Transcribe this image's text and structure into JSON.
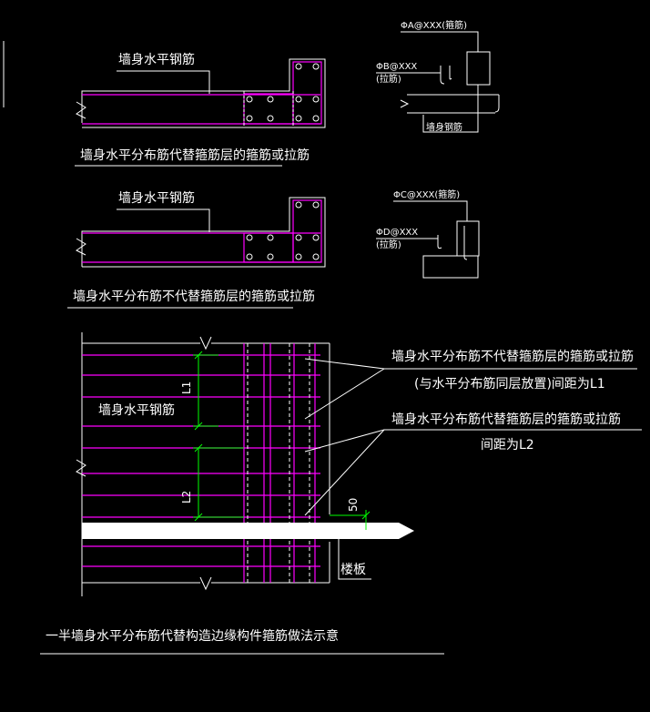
{
  "colors": {
    "background": "#000000",
    "rebar": "#ff00ff",
    "line": "#ffffff",
    "dimension": "#00ff00",
    "stirrup_dot": "#ffffff"
  },
  "detail_1": {
    "bar_label": "墙身水平钢筋",
    "caption": "墙身水平分布筋代替箍筋层的箍筋或拉筋",
    "legend_stirrup": "ΦA@XXX(箍筋)",
    "legend_tie": "ΦB@XXX",
    "legend_tie_type": "(拉筋)",
    "legend_bar": "墙身钢筋"
  },
  "detail_2": {
    "bar_label": "墙身水平钢筋",
    "caption": "墙身水平分布筋不代替箍筋层的箍筋或拉筋",
    "legend_stirrup": "ΦC@XXX(箍筋)",
    "legend_tie": "ΦD@XXX",
    "legend_tie_type": "(拉筋)"
  },
  "elevation": {
    "bar_label": "墙身水平钢筋",
    "note_1_line1": "墙身水平分布筋不代替箍筋层的箍筋或拉筋",
    "note_1_line2": "(与水平分布筋同层放置)间距为L1",
    "note_2_line1": "墙身水平分布筋代替箍筋层的箍筋或拉筋",
    "note_2_line2": "间距为L2",
    "dim_L1": "L1",
    "dim_L2": "L2",
    "dim_50": "50",
    "slab_label": "楼板"
  },
  "footer_caption": "一半墙身水平分布筋代替构造边缘构件箍筋做法示意"
}
